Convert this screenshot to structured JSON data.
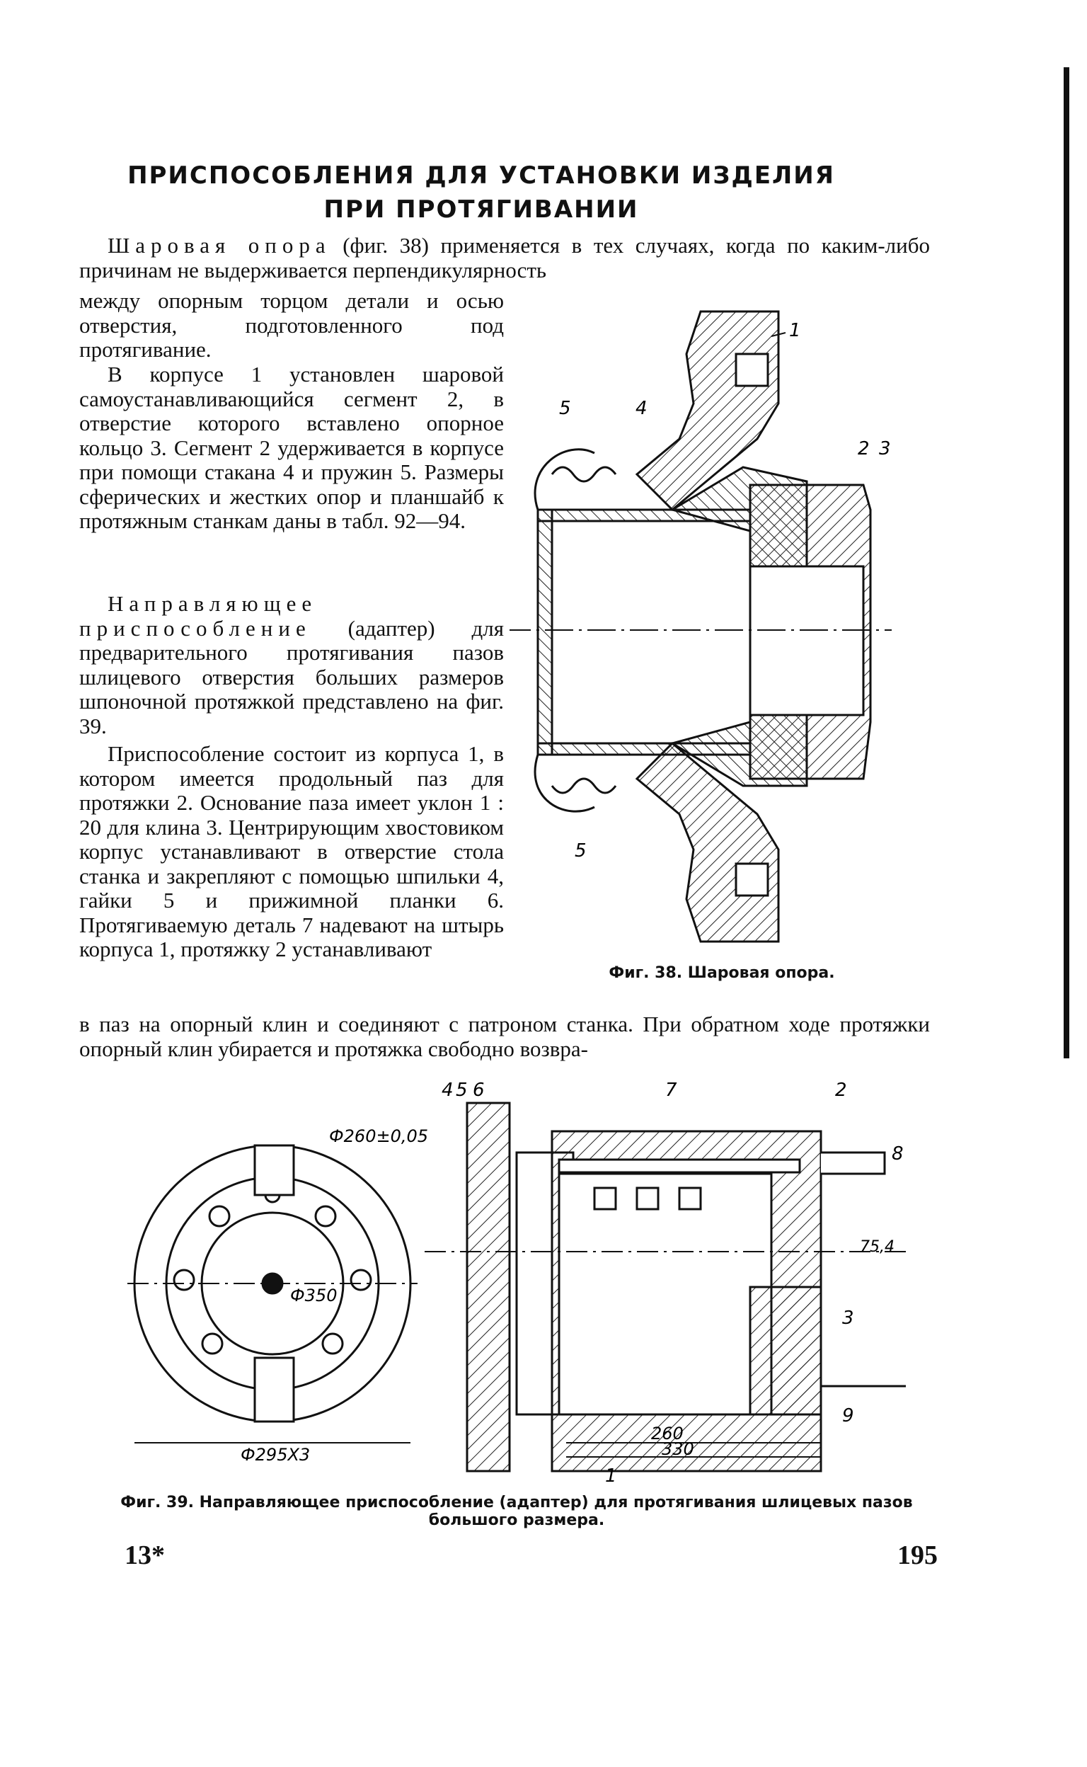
{
  "title": {
    "line1": "ПРИСПОСОБЛЕНИЯ ДЛЯ УСТАНОВКИ ИЗДЕЛИЯ",
    "line2": "ПРИ ПРОТЯГИВАНИИ"
  },
  "paragraphs": {
    "p1_spaced": "Шаровая опора",
    "p1_wide": "(фиг. 38) применяется в тех случаях, когда по каким-либо причинам не выдерживается перпендикулярность",
    "p1_col": "между опорным торцом детали и осью отверстия, подготовленного под протягивание.",
    "p2": "В корпусе 1 установлен шаровой самоустанавливающийся сегмент 2, в отверстие которого вставлено опорное кольцо 3. Сегмент 2 удерживается в корпусе при помощи стакана 4 и пружин 5. Размеры сферических и жестких опор и планшайб к протяжным станкам даны в табл. 92—94.",
    "p3_spaced": "Направляющее приспособление",
    "p3_rest": "(адаптер) для предварительного протягивания пазов шлицевого отверстия больших размеров шпоночной протяжкой представлено на фиг. 39.",
    "p4": "Приспособление состоит из корпуса 1, в котором имеется продольный паз для протяжки 2. Основание паза имеет уклон 1 : 20 для клина 3. Центрирующим хвостовиком корпус устанавливают в отверстие стола станка и закрепляют с помощью шпильки 4, гайки 5 и прижимной планки 6. Протягиваемую деталь 7 надевают на штырь корпуса 1, протяжку 2 устанавливают",
    "p4_wide": "в паз на опорный клин и соединяют с патроном станка. При обратном ходе протяжки опорный клин убирается и протяжка свободно возвра-"
  },
  "fig38": {
    "caption": "Фиг. 38. Шаровая опора.",
    "labels": [
      "1",
      "2",
      "3",
      "4",
      "5",
      "5"
    ]
  },
  "fig39": {
    "caption": "Фиг. 39. Направляющее приспособление (адаптер) для протягивания шлицевых пазов большого размера.",
    "dims": {
      "d260": "Ф260±0,05",
      "d350": "Ф350",
      "d295": "Ф295Х3",
      "l260": "260",
      "l330": "330",
      "h754": "75,4"
    },
    "labels": [
      "4",
      "5",
      "6",
      "7",
      "2",
      "8",
      "3",
      "9",
      "1"
    ]
  },
  "footer": {
    "signature": "13*",
    "page_number": "195"
  }
}
